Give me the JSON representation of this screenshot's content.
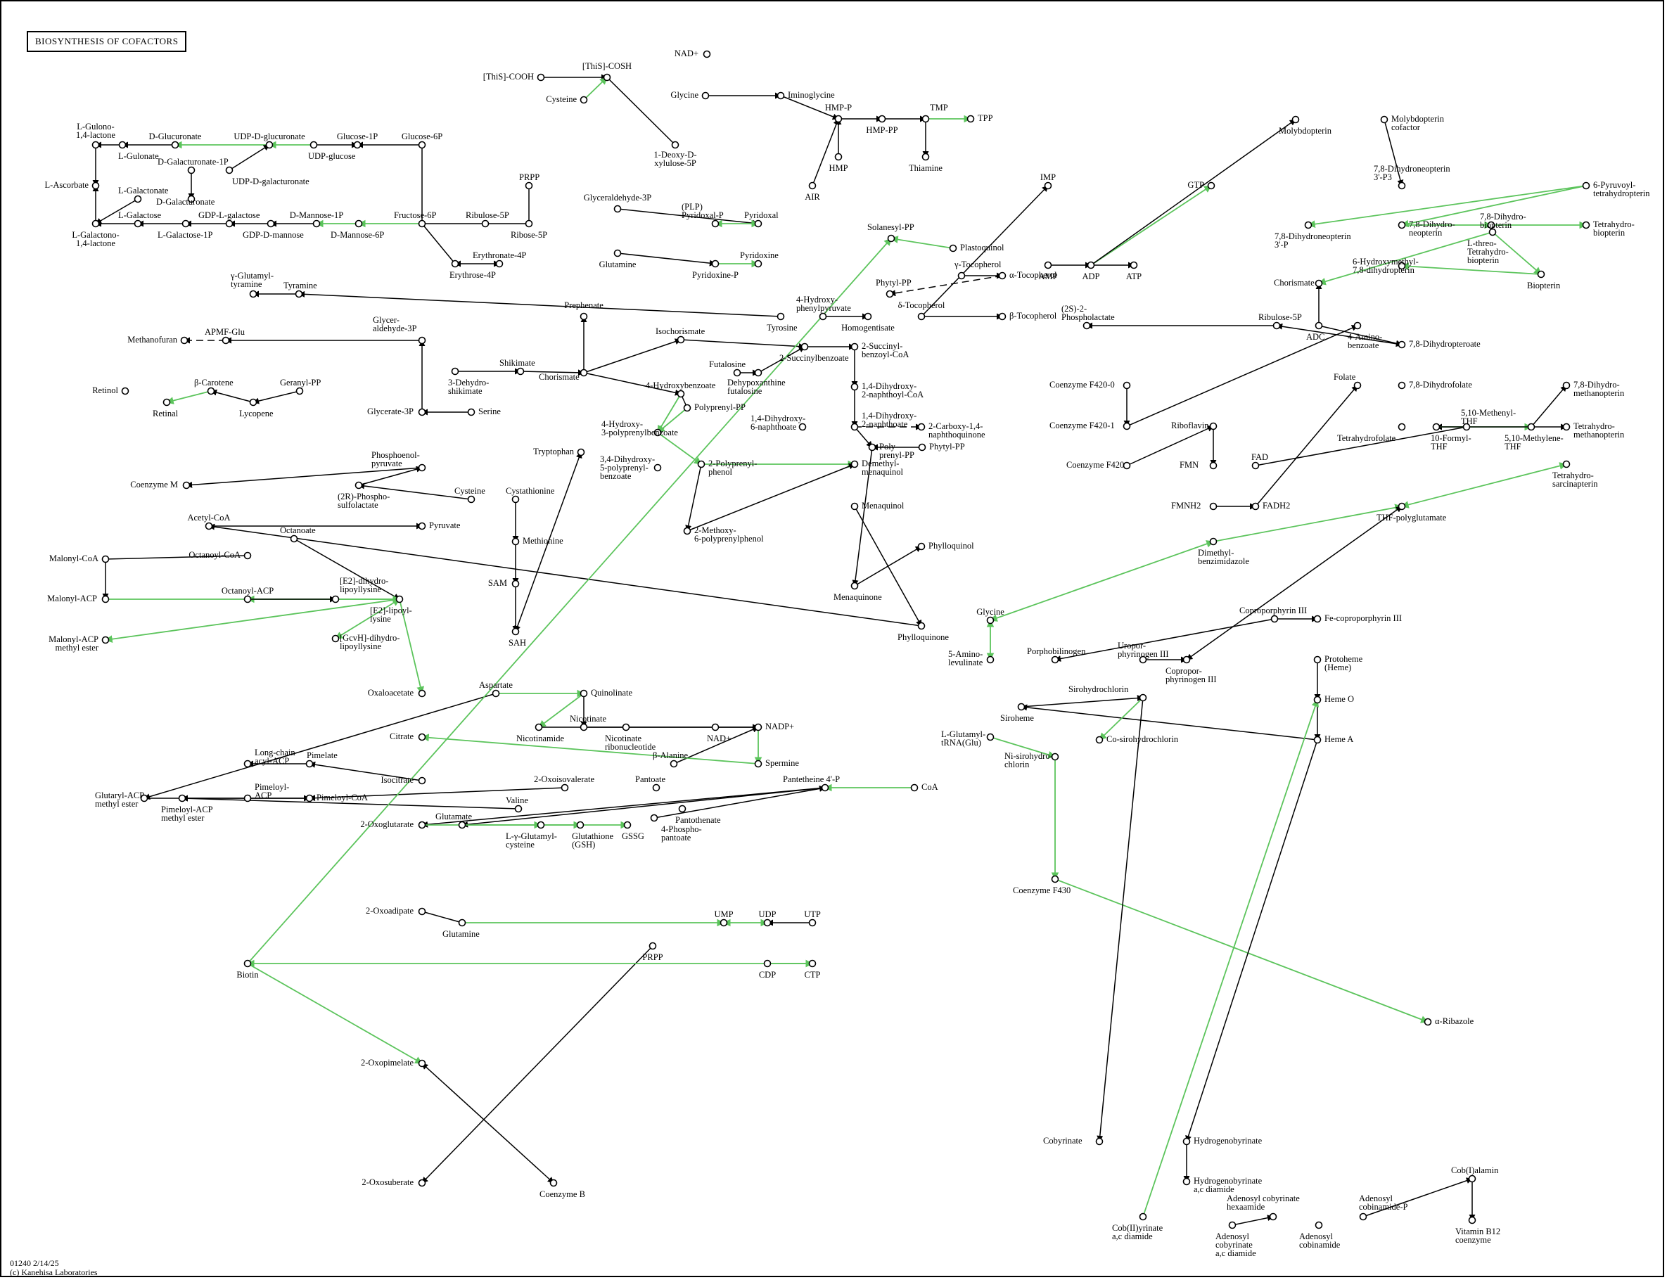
{
  "map": {
    "title": "BIOSYNTHESIS OF COFACTORS",
    "footer_id": "01240 2/14/25",
    "footer_credit": "(c) Kanehisa Laboratories",
    "colors": {
      "background": "#ffffff",
      "line": "#000000",
      "highlight": "#5cc45c"
    }
  },
  "compounds": [
    "NAD+",
    "[ThiS]-COOH",
    "[ThiS]-COSH",
    "Cysteine",
    "Glycine",
    "Iminoglycine",
    "HMP-P",
    "HMP-PP",
    "HMP",
    "TMP",
    "TPP",
    "Thiamine",
    "AIR",
    "1-Deoxy-D-\nxylulose-5P",
    "L-Gulono-\n1,4-lactone",
    "L-Gulonate",
    "D-Glucuronate",
    "UDP-D-glucuronate",
    "UDP-D-galacturonate",
    "D-Galacturonate-1P",
    "D-Galacturonate",
    "Glucose-1P",
    "UDP-glucose",
    "Glucose-6P",
    "L-Ascorbate",
    "L-Galactonate",
    "L-Galactose",
    "GDP-L-galactose",
    "L-Galactono-\n1,4-lactone",
    "L-Galactose-1P",
    "GDP-D-mannose",
    "D-Mannose-1P",
    "D-Mannose-6P",
    "Fructose-6P",
    "PRPP",
    "Ribulose-5P",
    "Ribose-5P",
    "Glyceraldehyde-3P",
    "(PLP)\nPyridoxal-P",
    "Pyridoxal",
    "Glutamine",
    "Pyridoxine",
    "Pyridoxine-P",
    "Erythronate-4P",
    "Erythrose-4P",
    "γ-Glutamyl-\ntyramine",
    "Tyramine",
    "Tyrosine",
    "Methanofuran",
    "APMF-Glu",
    "Glycer-\naldehyde-3P",
    "Prephenate",
    "Shikimate",
    "3-Dehydro-\nshikimate",
    "Chorismate",
    "Isochorismate",
    "Futalosine",
    "Dehypoxanthine\nfutalosine",
    "2-Succinylbenzoate",
    "2-Succinyl-\nbenzoyl-CoA",
    "4-Hydroxybenzoate",
    "Polyprenyl-PP",
    "4-Hydroxy-\n3-polyprenylbenzoate",
    "1,4-Dihydroxy-\n6-naphthoate",
    "1,4-Dihydroxy-\n2-naphthoyl-CoA",
    "1,4-Dihydroxy-\n2-naphthoate",
    "2-Carboxy-1,4-\nnaphthoquinone",
    "Retinol",
    "Retinal",
    "β-Carotene",
    "Lycopene",
    "Geranyl-PP",
    "Glycerate-3P",
    "Serine",
    "Coenzyme M",
    "Phosphoenol-\npyruvate",
    "(2R)-Phospho-\nsulfolactate",
    "Cysteine",
    "Cystathionine",
    "Methionine",
    "SAM",
    "SAH",
    "Tryptophan",
    "3,4-Dihydroxy-\n5-polyprenyl-\nbenzoate",
    "2-Polyprenyl-\nphenol",
    "2-Methoxy-\n6-polyprenylphenol",
    "Demethyl-\nmenaquinol",
    "Poly-\nprenyl-PP",
    "Phytyl-PP",
    "Menaquinol",
    "Menaquinone",
    "Phylloquinol",
    "Phylloquinone",
    "Acetyl-CoA",
    "Pyruvate",
    "Malonyl-CoA",
    "Octanoyl-CoA",
    "Octanoate",
    "Malonyl-ACP",
    "Octanoyl-ACP",
    "[E2]-dihydro-\nlipoyllysine",
    "[E2]-lipoyl-\nlysine",
    "[GcvH]-dihydro-\nlipoyllysine",
    "Malonyl-ACP\nmethyl ester",
    "Oxaloacetate",
    "Aspartate",
    "Quinolinate",
    "Nicotinate",
    "Nicotinamide",
    "Nicotinate\nribonucleotide",
    "NAD+",
    "NADP+",
    "β-Alanine",
    "Spermine",
    "Citrate",
    "Long-chain\nacyl-ACP",
    "Pimelate",
    "Isocitrate",
    "Glutaryl-ACP\nmethyl ester",
    "Pimeloyl-ACP\nmethyl ester",
    "Pimeloyl-\nACP",
    "Pimeloyl-CoA",
    "2-Oxoisovalerate",
    "Valine",
    "Pantoate",
    "Pantothenate",
    "4-Phospho-\npantoate",
    "Pantetheine 4'-P",
    "CoA",
    "2-Oxoglutarate",
    "Glutamate",
    "L-γ-Glutamyl-\ncysteine",
    "Glutathione\n(GSH)",
    "GSSG",
    "2-Oxoadipate",
    "Glutamine",
    "UMP",
    "UDP",
    "UTP",
    "PRPP",
    "CDP",
    "CTP",
    "Biotin",
    "2-Oxopimelate",
    "2-Oxosuberate",
    "Coenzyme B",
    "Solanesyl-PP",
    "Plastoquinol",
    "γ-Tocopherol",
    "α-Tocopherol",
    "Phytyl-PP",
    "4-Hydroxy-\nphenylpyruvate",
    "Homogentisate",
    "δ-Tocopherol",
    "β-Tocopherol",
    "IMP",
    "AMP",
    "ADP",
    "ATP",
    "GTP",
    "Molybdopterin",
    "Molybdopterin\ncofactor",
    "7,8-Dihydroneopterin\n3'-P3",
    "6-Pyruvoyl-\ntetrahydropterin",
    "7,8-Dihydroneopterin\n3'-P",
    "7,8-Dihydro-\nneopterin",
    "7,8-Dihydro-\nbiopterin",
    "Tetrahydro-\nbiopterin",
    "L-threo-\nTetrahydro-\nbiopterin",
    "Biopterin",
    "6-Hydroxymethyl-\n7,8-dihydropterin",
    "Chorismate",
    "ADC",
    "4-Amino-\nbenzoate",
    "7,8-Dihydropteroate",
    "Ribulose-5P",
    "(2S)-2-\nPhospholactate",
    "Coenzyme F420-0",
    "Coenzyme F420-1",
    "Coenzyme F420",
    "Riboflavin",
    "FMN",
    "FAD",
    "FMNH2",
    "FADH2",
    "Folate",
    "7,8-Dihydrofolate",
    "Tetrahydrofolate",
    "5,10-Methenyl-\nTHF",
    "10-Formyl-\nTHF",
    "5,10-Methylene-\nTHF",
    "7,8-Dihydro-\nmethanopterin",
    "Tetrahydro-\nmethanopterin",
    "Tetrahydro-\nsarcinapterin",
    "THF-polyglutamate",
    "Dimethyl-\nbenzimidazole",
    "Glycine",
    "5-Amino-\nlevulinate",
    "Porphobilinogen",
    "Uropor-\nphyrinogen III",
    "Copropor-\nphyrinogen III",
    "Coproporphyrin III",
    "Fe-coproporphyrin III",
    "Protoheme\n(Heme)",
    "Heme O",
    "Heme A",
    "Siroheme",
    "Sirohydrochlorin",
    "Co-sirohydrochlorin",
    "L-Glutamyl-\ntRNA(Glu)",
    "Ni-sirohydro-\nchlorin",
    "Coenzyme F430",
    "α-Ribazole",
    "Cobyrinate",
    "Hydrogenobyrinate",
    "Hydrogenobyrinate\na,c diamide",
    "Cob(II)yrinate\na,c diamide",
    "Adenosyl\ncobyrinate\na,c diamide",
    "Adenosyl cobyrinate\nhexaamide",
    "Adenosyl\ncobinamide",
    "Adenosyl\ncobinamide-P",
    "Cob(I)alamin",
    "Vitamin B12\ncoenzyme"
  ]
}
